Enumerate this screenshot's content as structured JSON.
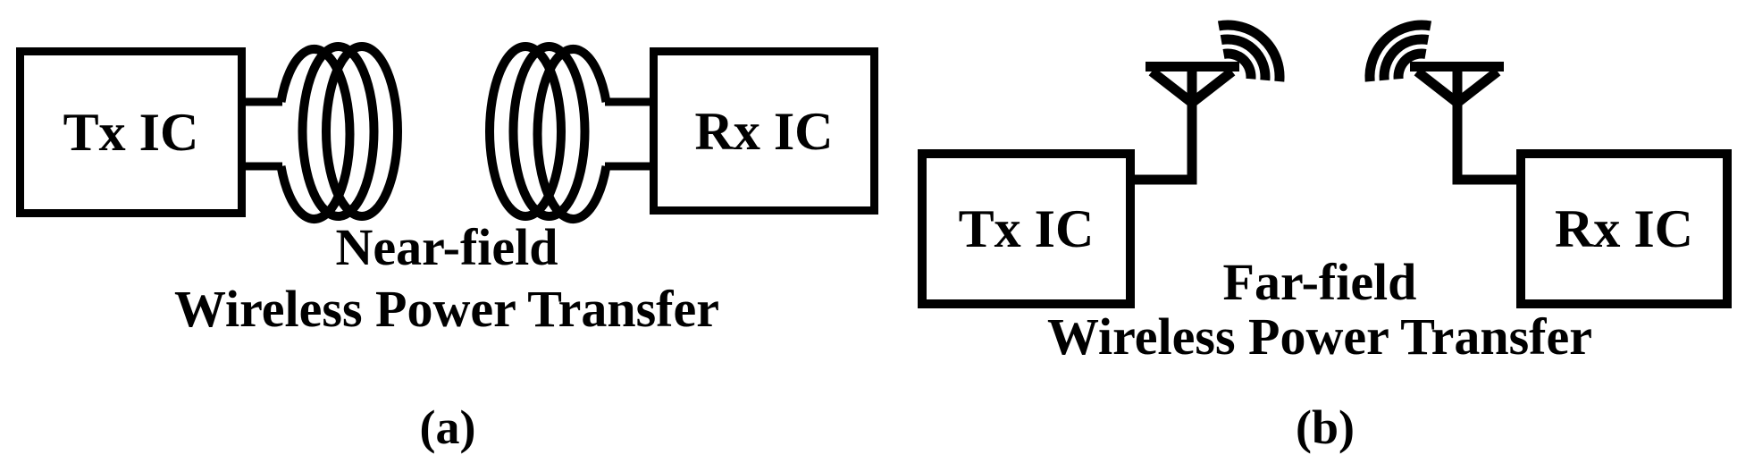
{
  "figure": {
    "panel_a": {
      "tx_box_label": "Tx IC",
      "rx_box_label": "Rx IC",
      "caption_line1": "Near-field",
      "caption_line2": "Wireless Power Transfer",
      "panel_label": "(a)"
    },
    "panel_b": {
      "tx_box_label": "Tx IC",
      "rx_box_label": "Rx IC",
      "caption_line1": "Far-field",
      "caption_line2": "Wireless Power Transfer",
      "panel_label": "(b)"
    },
    "colors": {
      "ink": "#000000",
      "background": "#ffffff"
    }
  }
}
